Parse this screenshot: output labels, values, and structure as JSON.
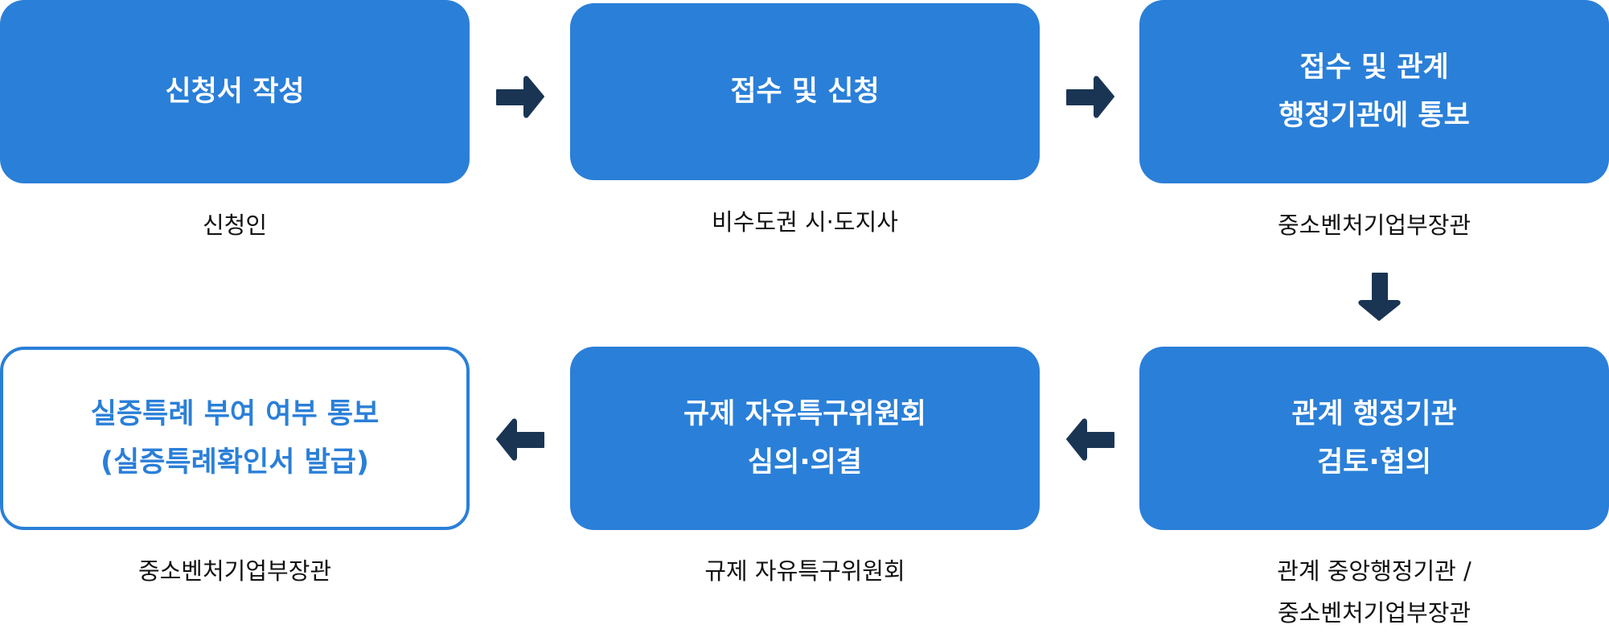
{
  "steps": [
    {
      "title": [
        "신청서 작성"
      ],
      "actor": [
        "신청인"
      ]
    },
    {
      "title": [
        "접수 및 신청"
      ],
      "actor": [
        "비수도권 시·도지사"
      ]
    },
    {
      "title": [
        "접수 및 관계",
        "행정기관에 통보"
      ],
      "actor": [
        "중소벤처기업부장관"
      ]
    },
    {
      "title": [
        "관계 행정기관",
        "검토·협의"
      ],
      "actor": [
        "관계 중앙행정기관 /",
        "중소벤처기업부장관"
      ]
    },
    {
      "title": [
        "규제 자유특구위원회",
        "심의·의결"
      ],
      "actor": [
        "규제 자유특구위원회"
      ]
    },
    {
      "title": [
        "실증특례 부여 여부 통보",
        "(실증특례확인서 발급)"
      ],
      "actor": [
        "중소벤처기업부장관"
      ]
    }
  ],
  "colors": {
    "box": "#2a7fd8",
    "arrow": "#1a3554",
    "text": "#111111"
  }
}
